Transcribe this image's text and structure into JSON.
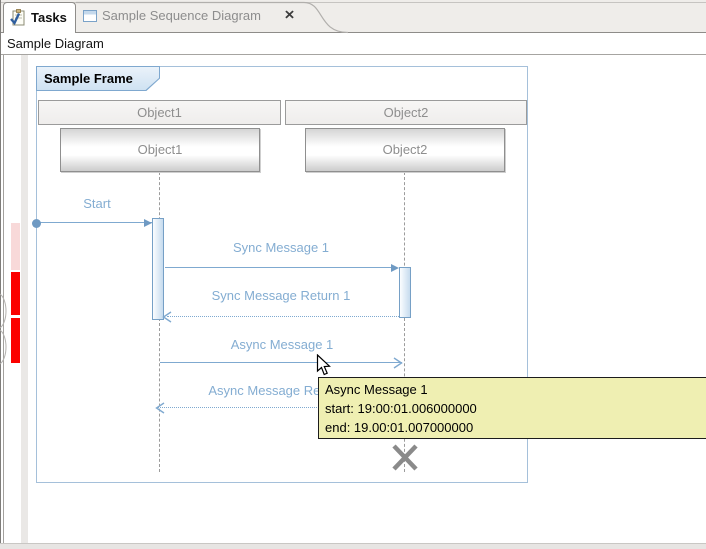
{
  "tab_bar": {
    "tabs": [
      {
        "label": "Tasks",
        "icon": "tasks-checklist-icon",
        "active": true
      },
      {
        "label": "Sample Sequence Diagram",
        "icon": "sequence-diagram-icon",
        "active": false,
        "close_icon": "✕"
      }
    ]
  },
  "toolbar": {
    "title": "Sample Diagram"
  },
  "markers": [
    {
      "color": "#f8d9d9",
      "kind": "range-highlight"
    },
    {
      "color": "#fb0100",
      "kind": "error-marker"
    },
    {
      "color": "#fb0100",
      "kind": "error-marker"
    }
  ],
  "diagram": {
    "frame_title": "Sample Frame",
    "lifelines": [
      {
        "header": "Object1",
        "box": "Object1"
      },
      {
        "header": "Object2",
        "box": "Object2"
      }
    ],
    "messages": [
      {
        "label": "Start",
        "type": "found-sync"
      },
      {
        "label": "Sync Message 1",
        "type": "sync"
      },
      {
        "label": "Sync Message Return 1",
        "type": "sync-return"
      },
      {
        "label": "Async Message 1",
        "type": "async"
      },
      {
        "label": "Async Message Return 1",
        "type": "async-return"
      }
    ],
    "lifeline_end": "stop-cross-icon"
  },
  "tooltip": {
    "title": "Async Message 1",
    "start": "start: 19:00:01.006000000",
    "end": "end: 19.00:01.007000000"
  },
  "colors": {
    "message_blue": "#7fa9d0",
    "label_blue": "#84add2",
    "frame_border": "#a5c0da",
    "frame_title_bg": "#d7e5f3",
    "activation_border": "#76a0c6",
    "marker_red": "#fb0100",
    "marker_pink": "#f8d9d9",
    "tooltip_bg": "#efefb2",
    "stop_gray": "#8a8a8a"
  }
}
